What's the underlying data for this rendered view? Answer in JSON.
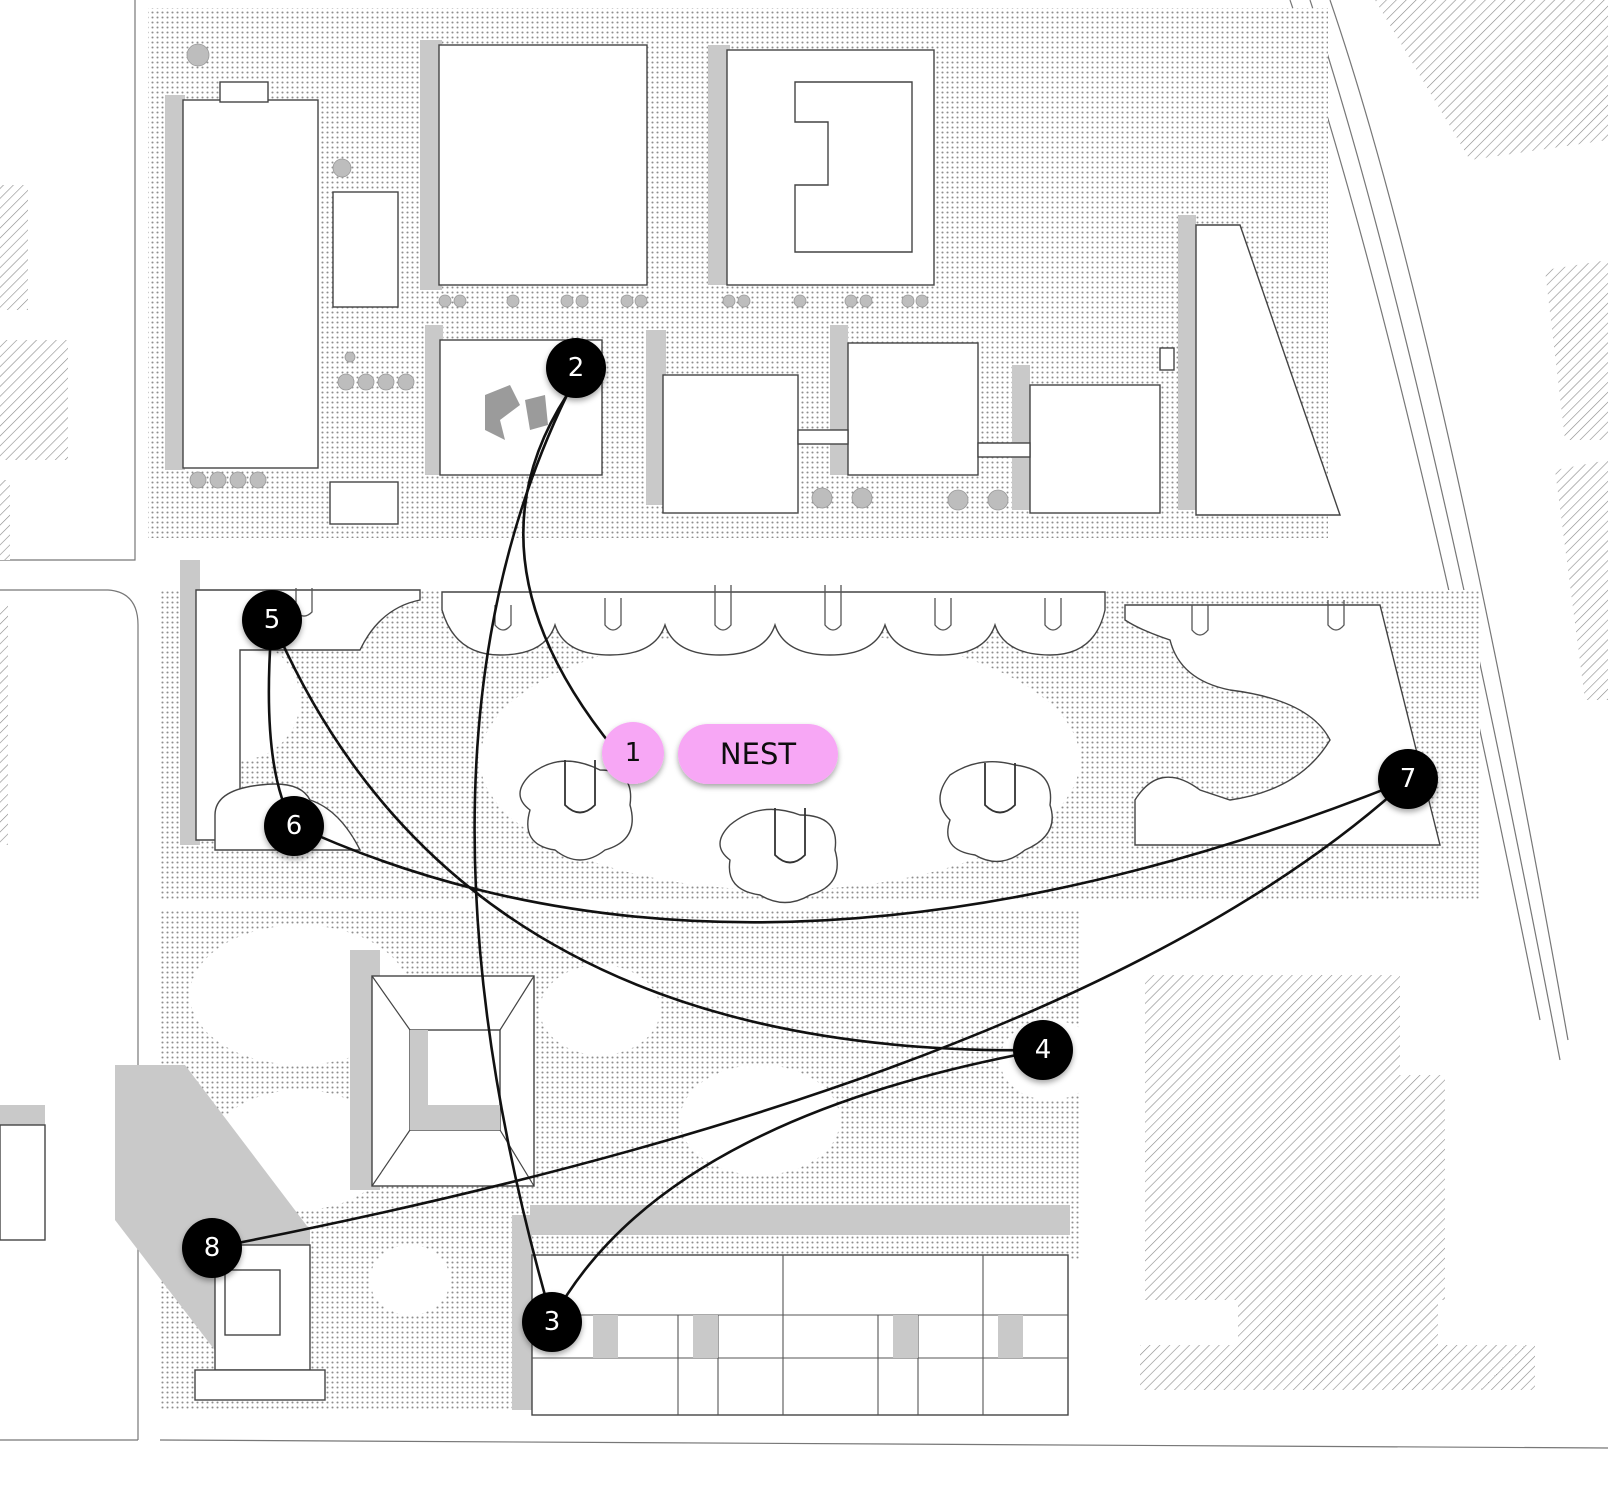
{
  "map": {
    "colors": {
      "background": "#ffffff",
      "ground_dots": "#9a9a9a",
      "shadow": "#c9c9c9",
      "building_fill": "#ffffff",
      "building_stroke": "#444444",
      "marker_fill": "#000000",
      "marker_text": "#ffffff",
      "nest_fill": "#f7a7f5",
      "route_stroke": "#111111"
    },
    "nest": {
      "number": "1",
      "label": "NEST"
    },
    "markers": [
      {
        "id": "2",
        "label": "2"
      },
      {
        "id": "3",
        "label": "3"
      },
      {
        "id": "4",
        "label": "4"
      },
      {
        "id": "5",
        "label": "5"
      },
      {
        "id": "6",
        "label": "6"
      },
      {
        "id": "7",
        "label": "7"
      },
      {
        "id": "8",
        "label": "8"
      }
    ],
    "routes": [
      {
        "from": "2",
        "to": "1"
      },
      {
        "from": "2",
        "to": "3"
      },
      {
        "from": "3",
        "to": "4"
      },
      {
        "from": "5",
        "to": "6"
      },
      {
        "from": "5",
        "to": "4"
      },
      {
        "from": "6",
        "to": "7"
      },
      {
        "from": "7",
        "to": "8"
      }
    ]
  }
}
